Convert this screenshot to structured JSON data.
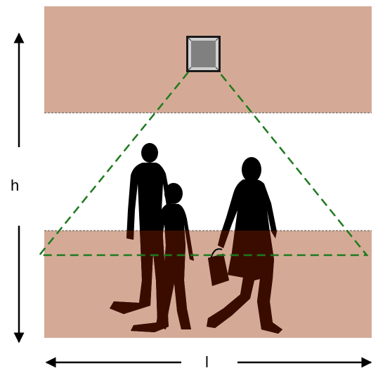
{
  "labels": {
    "height": "h",
    "length": "l"
  },
  "colors": {
    "band": "#d4aa96",
    "silhouette": "#000000",
    "silhouette_lower": "#3a0c00",
    "fov_line": "#1e7a1e",
    "sensor_fill": "#808080",
    "sensor_frame": "#1a1a1a",
    "divider": "#555555",
    "arrow": "#000000"
  },
  "icons": {
    "sensor": "ceiling-sensor-icon",
    "people": [
      "adult-silhouette",
      "child-silhouette",
      "woman-with-bag-silhouette"
    ]
  }
}
